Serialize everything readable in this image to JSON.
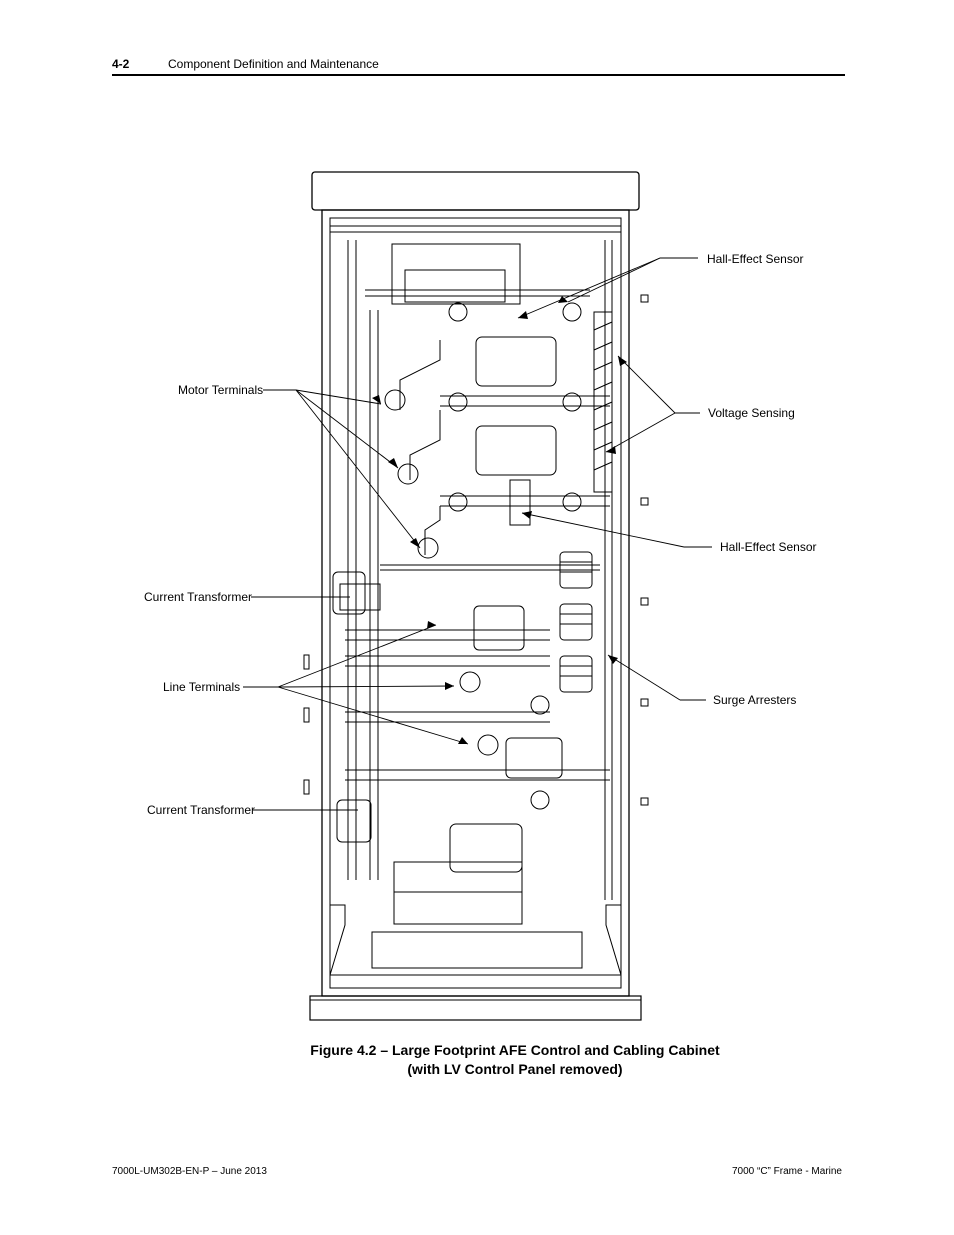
{
  "header": {
    "page_number": "4-2",
    "section_title": "Component Definition and Maintenance"
  },
  "figure": {
    "callouts": {
      "hall_effect_top": "Hall-Effect Sensor",
      "motor_terminals": "Motor Terminals",
      "voltage_sensing": "Voltage Sensing",
      "hall_effect_bottom": "Hall-Effect Sensor",
      "current_transformer_top": "Current Transformer",
      "line_terminals": "Line Terminals",
      "surge_arresters": "Surge Arresters",
      "current_transformer_bottom": "Current Transformer"
    },
    "caption_line1": "Figure 4.2  – Large Footprint AFE Control and Cabling Cabinet",
    "caption_line2": "(with LV Control Panel removed)"
  },
  "footer": {
    "doc_id": "7000L-UM302B-EN-P – June 2013",
    "product": "7000 “C” Frame - Marine"
  }
}
